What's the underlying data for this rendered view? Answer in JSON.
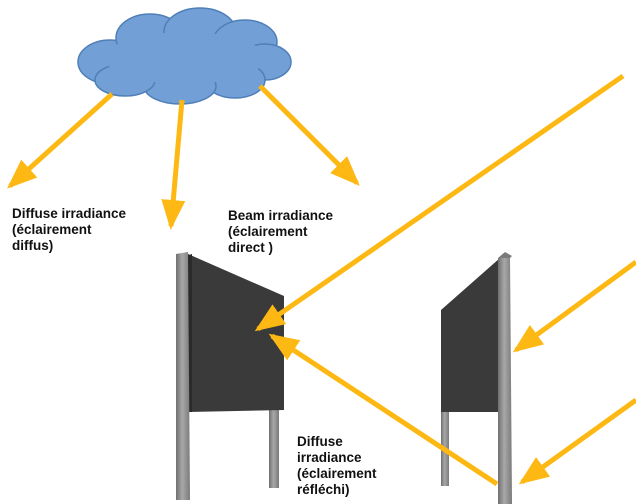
{
  "labels": {
    "diffuse": [
      "Diffuse irradiance",
      "(éclairement",
      "diffus)"
    ],
    "beam": [
      "Beam irradiance",
      "(éclairement",
      "direct )"
    ],
    "reflected": [
      "Diffuse",
      "irradiance",
      "(éclairement",
      "réfléchi)"
    ]
  },
  "colors": {
    "arrow": "#FDB813",
    "cloud_fill": "#72A0D6",
    "cloud_stroke": "#4F7FB8",
    "panel_dark": "#3A3A3A",
    "post_gray": "#8C8C8C"
  },
  "icons": {
    "cloud": "cloud-icon",
    "panel": "solar-panel"
  }
}
